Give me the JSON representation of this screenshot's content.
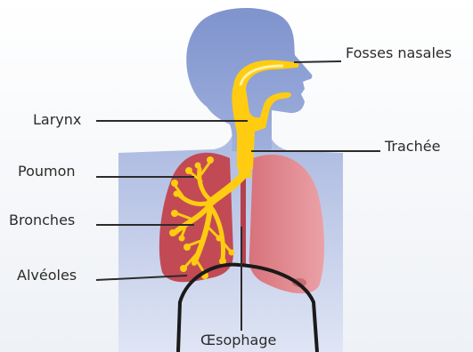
{
  "diagram": {
    "colors": {
      "background_top": "#ffffff",
      "background_bottom": "#eef1f6",
      "silhouette": "#8d9fd3",
      "silhouette_light": "#c9d3ee",
      "airway": "#ffcc11",
      "airway_edge": "#e7a400",
      "lung_left": "#c24a55",
      "lung_right": "#e08a90",
      "esophagus": "#c7515e",
      "leader_line": "#2b2b2b"
    },
    "labels": {
      "fosses_nasales": "Fosses nasales",
      "larynx": "Larynx",
      "trachee": "Trachée",
      "poumon": "Poumon",
      "bronches": "Bronches",
      "alveoles": "Alvéoles",
      "oesophage": "Œsophage"
    }
  }
}
